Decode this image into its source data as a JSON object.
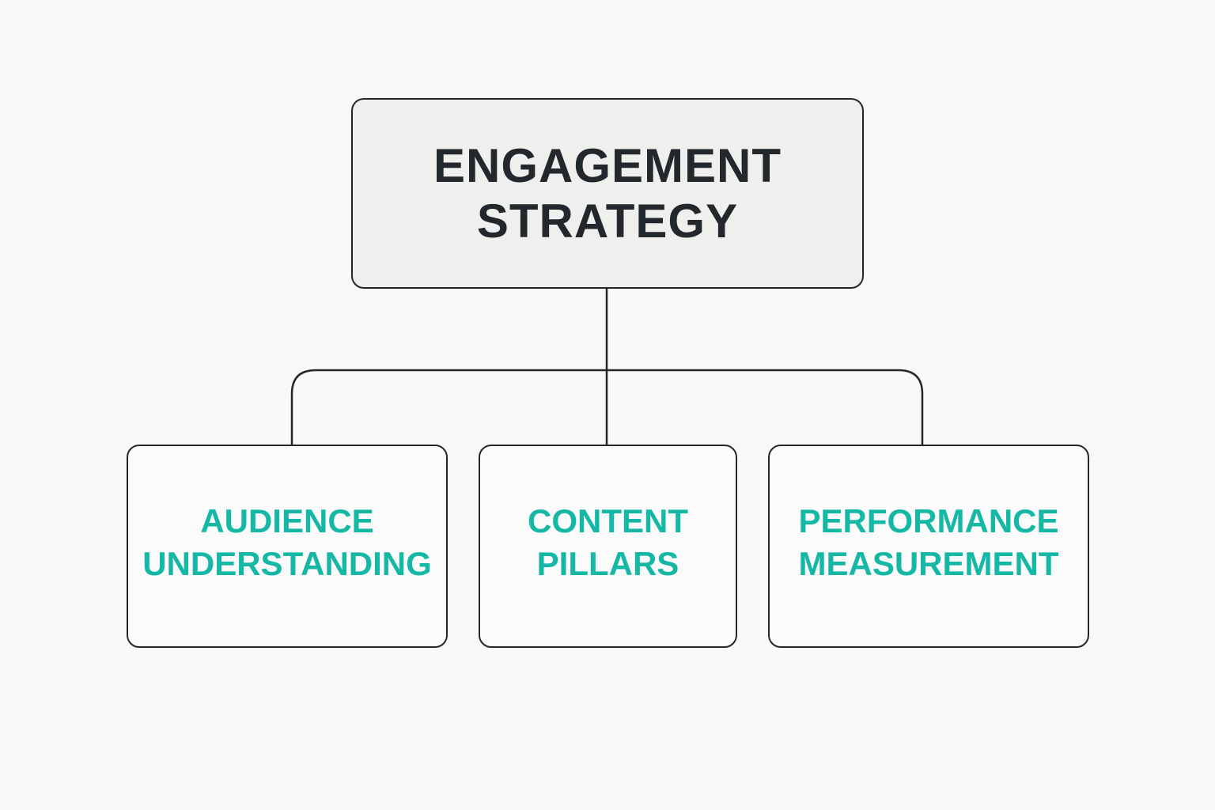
{
  "root": {
    "line1": "ENGAGEMENT",
    "line2": "STRATEGY"
  },
  "children": [
    {
      "line1": "AUDIENCE",
      "line2": "UNDERSTANDING"
    },
    {
      "line1": "CONTENT",
      "line2": "PILLARS"
    },
    {
      "line1": "PERFORMANCE",
      "line2": "MEASUREMENT"
    }
  ],
  "colors": {
    "accent": "#14b8a5",
    "text_dark": "#23282d",
    "stroke": "#23272b"
  }
}
